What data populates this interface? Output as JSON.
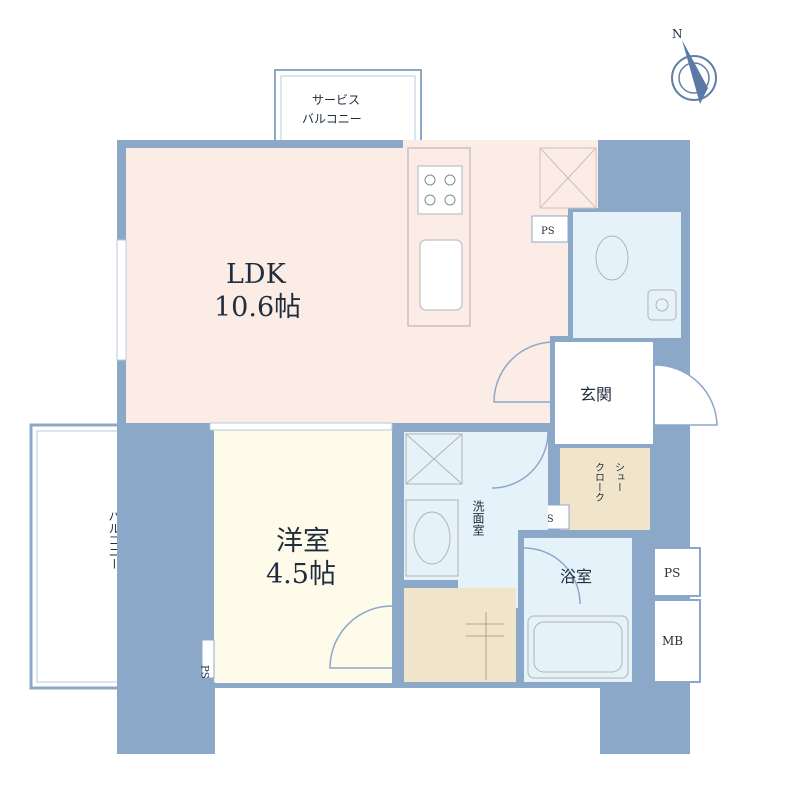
{
  "colors": {
    "wall": "#8ca8c9",
    "ldk_floor": "#fbece6",
    "western_floor": "#fefbea",
    "wet_floor": "#e6f2fa",
    "storage_floor": "#f0e4cb",
    "white": "#ffffff",
    "line": "#9ab1cc",
    "text": "#1f2d3d"
  },
  "compass": {
    "north_label": "N",
    "icon": "north-arrow-icon"
  },
  "rooms": {
    "service_balcony": {
      "line1": "サービス",
      "line2": "バルコニー"
    },
    "ldk": {
      "name": "LDK",
      "size": "10.6帖"
    },
    "western_room": {
      "name": "洋室",
      "size": "4.5帖"
    },
    "balcony": {
      "name": "バルコニー"
    },
    "entrance": {
      "name": "玄関"
    },
    "shoe_closet": {
      "line1": "シュー",
      "line2": "クローク"
    },
    "washroom": {
      "name": "洗面室"
    },
    "bathroom": {
      "name": "浴室"
    }
  },
  "labels": {
    "ps_toilet": "PS",
    "ps_shoe": "PS",
    "ps_outer": "PS",
    "ps_western": "PS",
    "mb": "MB"
  }
}
